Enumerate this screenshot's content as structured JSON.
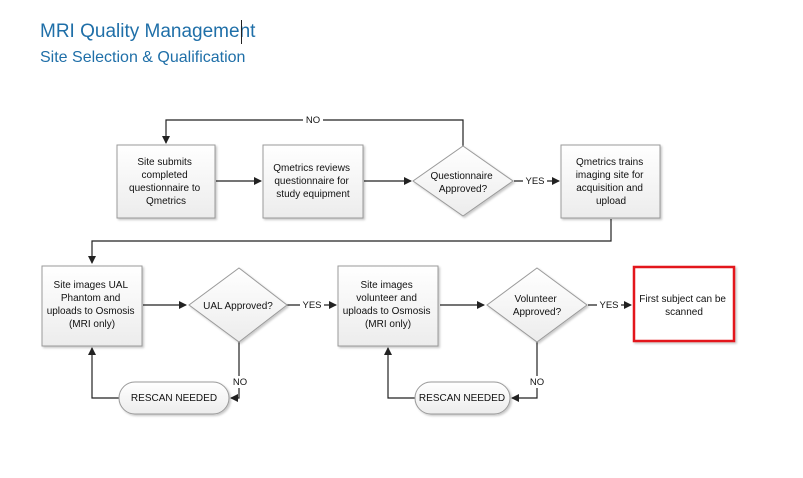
{
  "document": {
    "title": "MRI Quality Management",
    "subtitle": "Site Selection & Qualification"
  },
  "nodes": {
    "n1": [
      "Site submits",
      "completed",
      "questionnaire to",
      "Qmetrics"
    ],
    "n2": [
      "Qmetrics reviews",
      "questionnaire for",
      "study equipment"
    ],
    "d1": [
      "Questionnaire",
      "Approved?"
    ],
    "n3": [
      "Qmetrics trains",
      "imaging site for",
      "acquisition and",
      "upload"
    ],
    "n4": [
      "Site images UAL",
      "Phantom and",
      "uploads to Osmosis",
      "(MRI only)"
    ],
    "d2": [
      "UAL Approved?"
    ],
    "n5": [
      "Site images",
      "volunteer and",
      "uploads to Osmosis",
      "(MRI only)"
    ],
    "d3": [
      "Volunteer",
      "Approved?"
    ],
    "n6": [
      "First subject can be",
      "scanned"
    ],
    "r1": [
      "RESCAN NEEDED"
    ],
    "r2": [
      "RESCAN NEEDED"
    ]
  },
  "edge_labels": {
    "no": "NO",
    "yes": "YES"
  },
  "colors": {
    "title": "#1f6fa8",
    "box_fill": "#f3f3f3",
    "box_stroke": "#9a9a9a",
    "highlight": "#e3161c",
    "line": "#222222"
  }
}
